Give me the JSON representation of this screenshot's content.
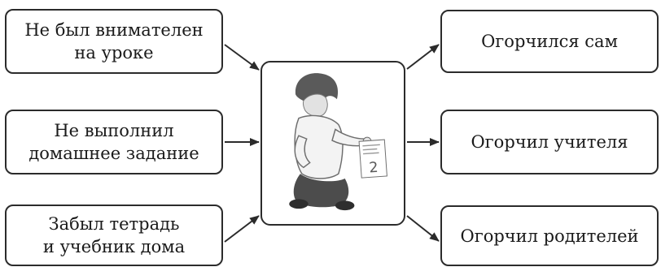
{
  "causes": [
    {
      "lines": [
        "Не был внимателен",
        "на уроке"
      ]
    },
    {
      "lines": [
        "Не выполнил",
        "домашнее задание"
      ]
    },
    {
      "lines": [
        "Забыл тетрадь",
        "и учебник дома"
      ]
    }
  ],
  "effects": [
    {
      "lines": [
        "Огорчился сам"
      ]
    },
    {
      "lines": [
        "Огорчил учителя"
      ]
    },
    {
      "lines": [
        "Огорчил родителей"
      ]
    }
  ],
  "center": {
    "grade_mark": "2",
    "colors": {
      "border": "#2b2b2b",
      "illustration": "#6e6e6e"
    }
  }
}
